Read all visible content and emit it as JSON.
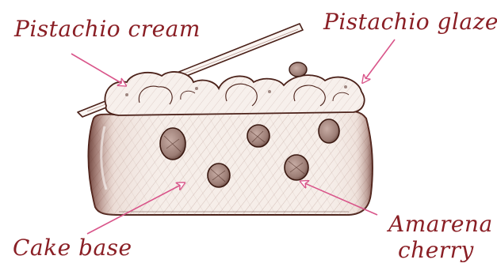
{
  "colors": {
    "label_ink": "#8a1f25",
    "arrow": "#d9558a",
    "pencil": "#4a2018",
    "cake_fill": "#f1e4dd",
    "cream_fill": "#f4ece7",
    "cherry_fill": "#a98c84",
    "shade": "#6a3a30"
  },
  "labels": {
    "pistachio_cream": "Pistachio cream",
    "pistachio_glaze": "Pistachio glaze",
    "cake_base": "Cake base",
    "amarena_line1": "Amarena",
    "amarena_line2": "cherry"
  }
}
